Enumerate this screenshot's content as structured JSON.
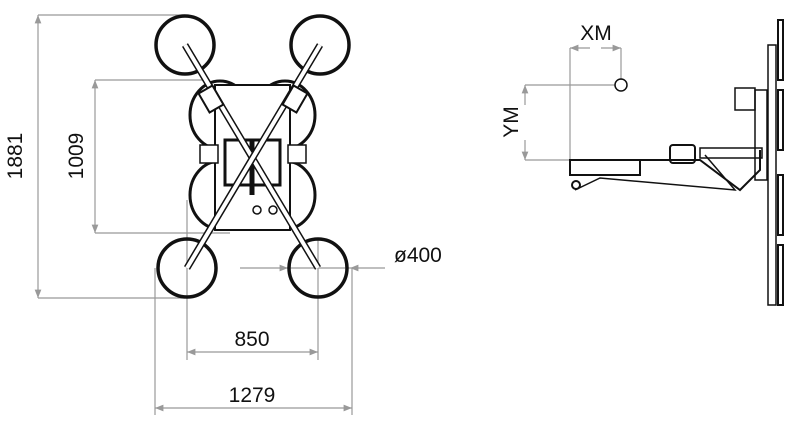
{
  "front_view": {
    "dimensions": {
      "overall_height": "1881",
      "inner_height": "1009",
      "inner_width": "850",
      "overall_width": "1279",
      "pad_diameter": "ø400"
    }
  },
  "side_view": {
    "labels": {
      "x_offset": "XM",
      "y_offset": "YM"
    }
  },
  "colors": {
    "dimension_line": "#999999",
    "drawing": "#111111"
  }
}
